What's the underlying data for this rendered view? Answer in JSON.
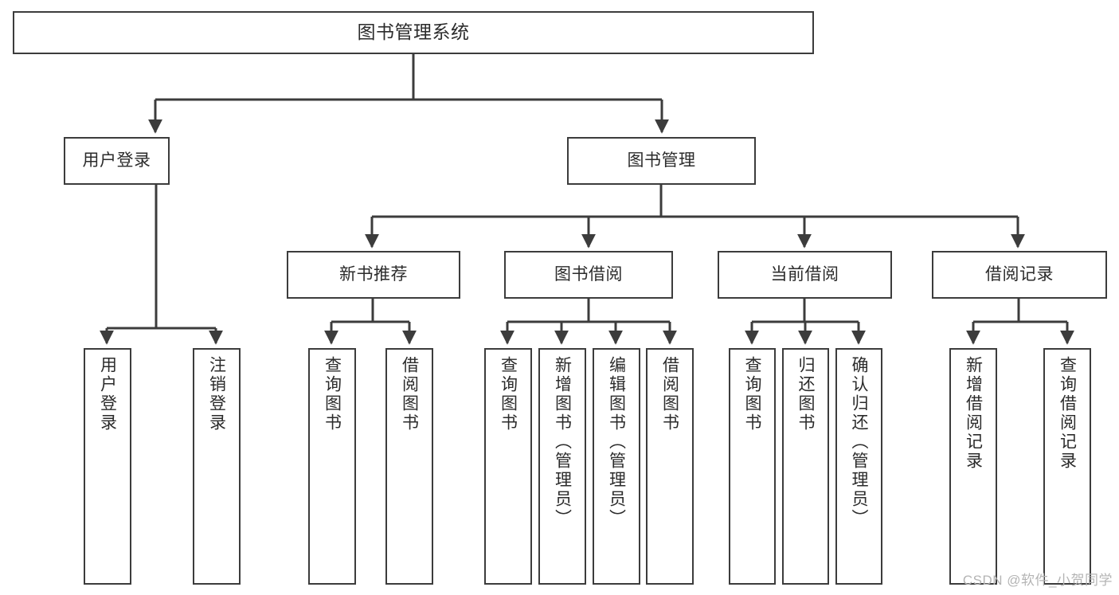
{
  "diagram": {
    "title": "图书管理系统",
    "type": "tree-hierarchy-chart",
    "stroke_color": "#3c3c3c",
    "text_color": "#2b2b2b",
    "background_color": "#ffffff",
    "watermark": "CSDN @软件_小贺同学"
  },
  "nodes": {
    "root": {
      "label": "图书管理系统"
    },
    "level1": [
      {
        "id": "user-login",
        "label": "用户登录"
      },
      {
        "id": "book-manage",
        "label": "图书管理"
      }
    ],
    "level2": [
      {
        "id": "new-book-recommend",
        "label": "新书推荐"
      },
      {
        "id": "book-borrow",
        "label": "图书借阅"
      },
      {
        "id": "current-borrow",
        "label": "当前借阅"
      },
      {
        "id": "borrow-record",
        "label": "借阅记录"
      }
    ],
    "leaves": {
      "user_login": [
        {
          "id": "leaf-user-login",
          "label": "用户登录"
        },
        {
          "id": "leaf-user-logout",
          "label": "注销登录"
        }
      ],
      "new_book_recommend": [
        {
          "id": "leaf-query-book-1",
          "label": "查询图书"
        },
        {
          "id": "leaf-borrow-book-1",
          "label": "借阅图书"
        }
      ],
      "book_borrow": [
        {
          "id": "leaf-query-book-2",
          "label": "查询图书"
        },
        {
          "id": "leaf-add-book",
          "label": "新增图书（管理员）"
        },
        {
          "id": "leaf-edit-book",
          "label": "编辑图书（管理员）"
        },
        {
          "id": "leaf-borrow-book-2",
          "label": "借阅图书"
        }
      ],
      "current_borrow": [
        {
          "id": "leaf-query-book-3",
          "label": "查询图书"
        },
        {
          "id": "leaf-return-book",
          "label": "归还图书"
        },
        {
          "id": "leaf-confirm-return",
          "label": "确认归还（管理员）"
        }
      ],
      "borrow_record": [
        {
          "id": "leaf-add-record",
          "label": "新增借阅记录"
        },
        {
          "id": "leaf-query-record",
          "label": "查询借阅记录"
        }
      ]
    }
  }
}
